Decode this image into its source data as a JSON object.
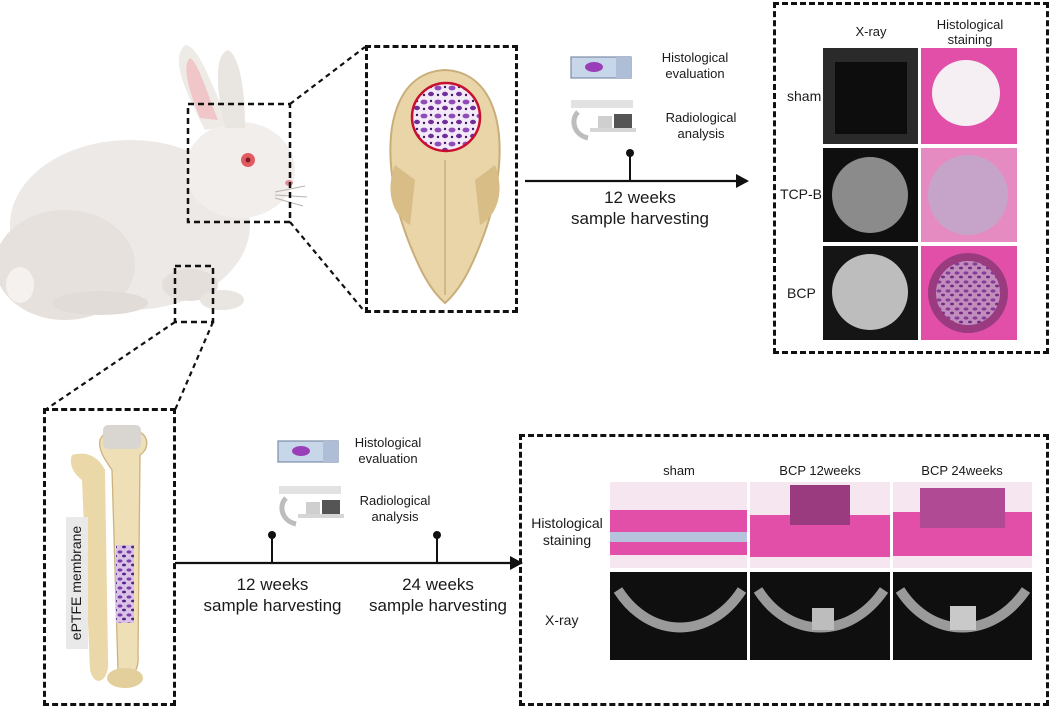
{
  "top": {
    "legend": {
      "histological": [
        "Histological",
        "evaluation"
      ],
      "radiological": [
        "Radiological",
        "analysis"
      ]
    },
    "arrow_label": [
      "12 weeks",
      "sample harvesting"
    ],
    "results": {
      "col_headers": [
        "X-ray",
        "Histological staining"
      ],
      "row_labels": [
        "sham",
        "TCP-B",
        "BCP"
      ]
    }
  },
  "bottom": {
    "membrane_label": "ePTFE membrane",
    "legend": {
      "histological": [
        "Histological",
        "evaluation"
      ],
      "radiological": [
        "Radiological",
        "analysis"
      ]
    },
    "arrow_label_1": [
      "12 weeks",
      "sample harvesting"
    ],
    "arrow_label_2": [
      "24 weeks",
      "sample harvesting"
    ],
    "results": {
      "col_headers": [
        "sham",
        "BCP 12weeks",
        "BCP 24weeks"
      ],
      "row_labels": [
        "Histological staining",
        "X-ray"
      ]
    }
  },
  "colors": {
    "histology_pink": "#e24fa9",
    "histology_purple": "#6a2c8c",
    "xray_bg": "#0f0f0f",
    "bone": "#e8d3a6",
    "frame": "#111111"
  }
}
